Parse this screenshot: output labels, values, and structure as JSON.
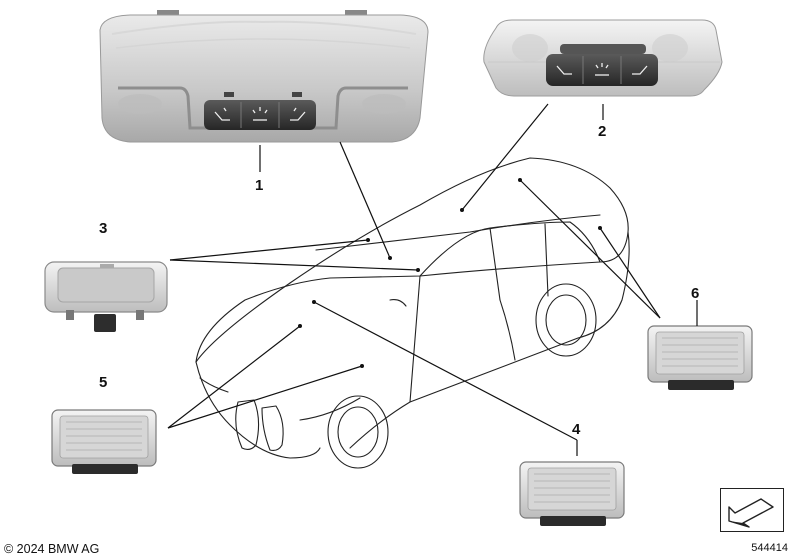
{
  "callouts": [
    {
      "number": "1"
    },
    {
      "number": "2"
    },
    {
      "number": "3"
    },
    {
      "number": "4"
    },
    {
      "number": "5"
    },
    {
      "number": "6"
    }
  ],
  "footer": {
    "copyright": "© 2024 BMW AG",
    "image_number": "544414"
  },
  "icons": {
    "navigation": "return-arrow-icon",
    "buttons": [
      "reading-light-left-icon",
      "interior-light-icon",
      "reading-light-right-icon"
    ]
  }
}
